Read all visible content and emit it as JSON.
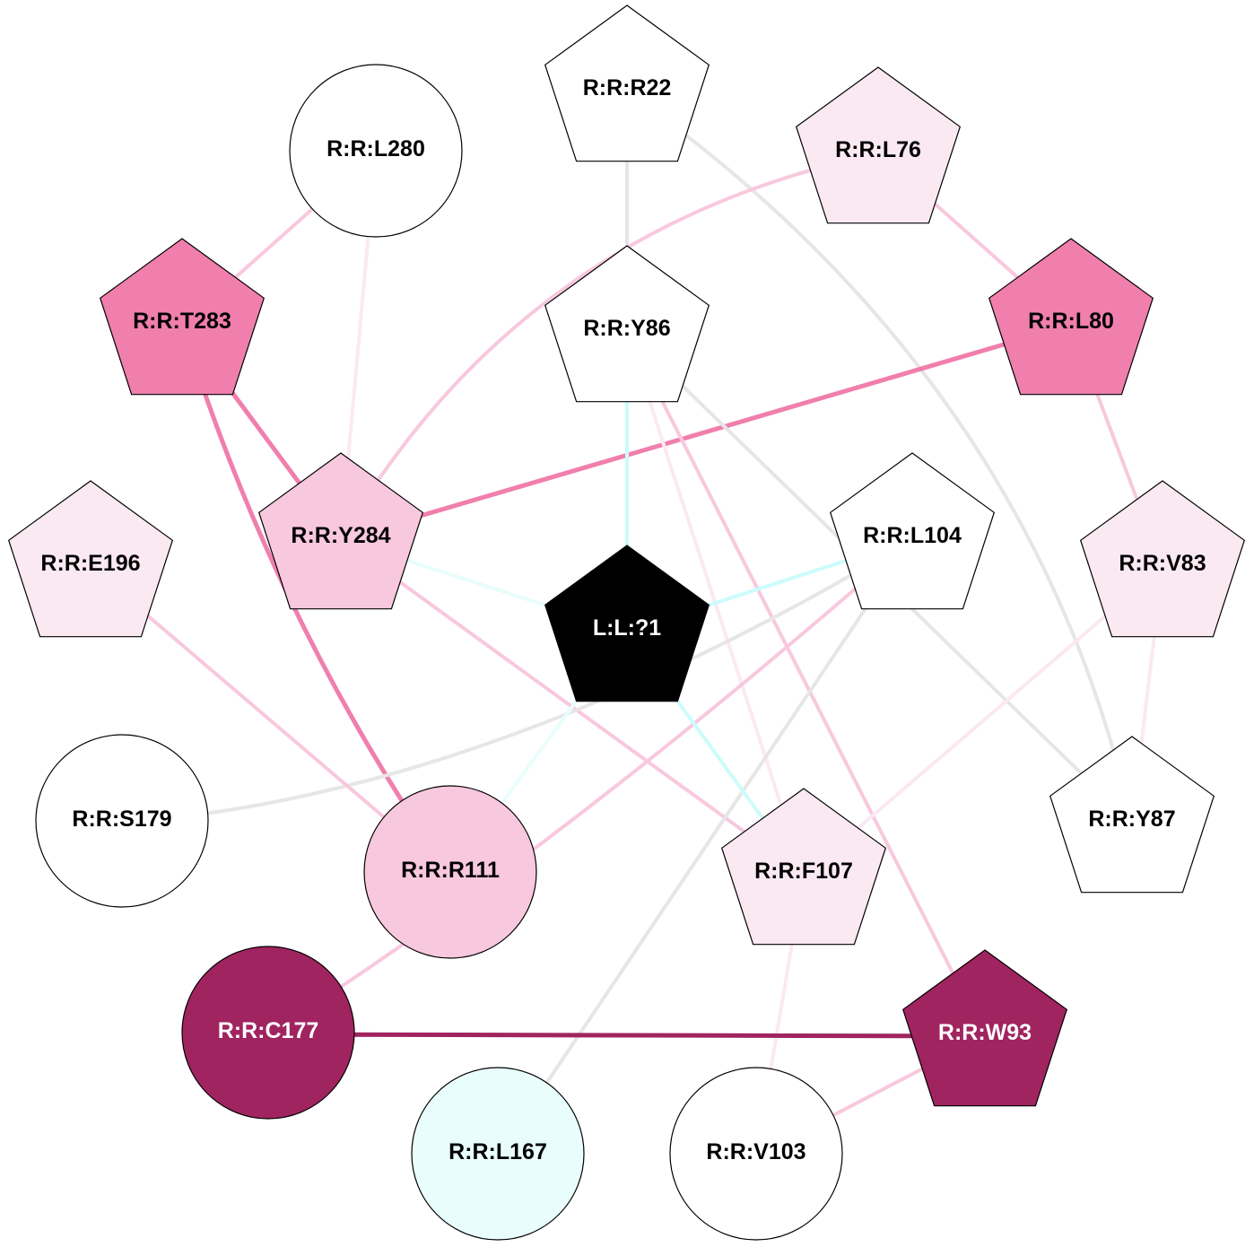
{
  "nodes": [
    {
      "id": "R:R:R22",
      "shape": "pentagon",
      "fill": "#ffffff",
      "text": "#000000"
    },
    {
      "id": "R:R:L280",
      "shape": "circle",
      "fill": "#ffffff",
      "text": "#000000"
    },
    {
      "id": "R:R:L76",
      "shape": "pentagon",
      "fill": "#fbe9f2",
      "text": "#000000"
    },
    {
      "id": "R:R:T283",
      "shape": "pentagon",
      "fill": "#f07fad",
      "text": "#000000"
    },
    {
      "id": "R:R:Y86",
      "shape": "pentagon",
      "fill": "#ffffff",
      "text": "#000000"
    },
    {
      "id": "R:R:L80",
      "shape": "pentagon",
      "fill": "#f07fad",
      "text": "#000000"
    },
    {
      "id": "R:R:E196",
      "shape": "pentagon",
      "fill": "#fbe9f2",
      "text": "#000000"
    },
    {
      "id": "R:R:Y284",
      "shape": "pentagon",
      "fill": "#f8c8de",
      "text": "#000000"
    },
    {
      "id": "L:L:?1",
      "shape": "pentagon",
      "fill": "#000000",
      "text": "#ffffff"
    },
    {
      "id": "R:R:L104",
      "shape": "pentagon",
      "fill": "#ffffff",
      "text": "#000000"
    },
    {
      "id": "R:R:V83",
      "shape": "pentagon",
      "fill": "#fbe9f2",
      "text": "#000000"
    },
    {
      "id": "R:R:S179",
      "shape": "circle",
      "fill": "#ffffff",
      "text": "#000000"
    },
    {
      "id": "R:R:R111",
      "shape": "circle",
      "fill": "#f8c8de",
      "text": "#000000"
    },
    {
      "id": "R:R:F107",
      "shape": "pentagon",
      "fill": "#fbe9f2",
      "text": "#000000"
    },
    {
      "id": "R:R:Y87",
      "shape": "pentagon",
      "fill": "#ffffff",
      "text": "#000000"
    },
    {
      "id": "R:R:C177",
      "shape": "circle",
      "fill": "#a0245f",
      "text": "#ffffff"
    },
    {
      "id": "R:R:W93",
      "shape": "pentagon",
      "fill": "#a0245f",
      "text": "#ffffff"
    },
    {
      "id": "R:R:L167",
      "shape": "circle",
      "fill": "#e8fdfc",
      "text": "#000000"
    },
    {
      "id": "R:R:V103",
      "shape": "circle",
      "fill": "#ffffff",
      "text": "#000000"
    }
  ],
  "edges": [
    {
      "source": "R:R:R22",
      "target": "R:R:Y86",
      "color": "#e6e6e6"
    },
    {
      "source": "R:R:R22",
      "target": "R:R:Y87",
      "color": "#e6e6e6"
    },
    {
      "source": "R:R:L280",
      "target": "R:R:T283",
      "color": "#f8c8de"
    },
    {
      "source": "R:R:L280",
      "target": "R:R:Y284",
      "color": "#fbe9f2"
    },
    {
      "source": "R:R:L76",
      "target": "R:R:Y284",
      "color": "#f8c8de"
    },
    {
      "source": "R:R:L76",
      "target": "R:R:L80",
      "color": "#f8c8de"
    },
    {
      "source": "R:R:T283",
      "target": "R:R:Y284",
      "color": "#f07fad"
    },
    {
      "source": "R:R:T283",
      "target": "R:R:R111",
      "color": "#f07fad"
    },
    {
      "source": "R:R:L80",
      "target": "R:R:Y284",
      "color": "#f07fad"
    },
    {
      "source": "R:R:L80",
      "target": "R:R:V83",
      "color": "#f8c8de"
    },
    {
      "source": "R:R:Y86",
      "target": "L:L:?1",
      "color": "#ccfcfc"
    },
    {
      "source": "R:R:Y86",
      "target": "R:R:W93",
      "color": "#f8c8de"
    },
    {
      "source": "R:R:Y86",
      "target": "R:R:F107",
      "color": "#fbe9f2"
    },
    {
      "source": "R:R:Y86",
      "target": "R:R:Y87",
      "color": "#e6e6e6"
    },
    {
      "source": "R:R:Y284",
      "target": "L:L:?1",
      "color": "#e8fdfc"
    },
    {
      "source": "R:R:Y284",
      "target": "R:R:F107",
      "color": "#f8c8de"
    },
    {
      "source": "R:R:L104",
      "target": "L:L:?1",
      "color": "#ccfcfc"
    },
    {
      "source": "R:R:L104",
      "target": "R:R:S179",
      "color": "#e6e6e6"
    },
    {
      "source": "R:R:L104",
      "target": "R:R:C177",
      "color": "#f8c8de"
    },
    {
      "source": "R:R:L104",
      "target": "R:R:L167",
      "color": "#e6e6e6"
    },
    {
      "source": "R:R:V83",
      "target": "R:R:F107",
      "color": "#fbe9f2"
    },
    {
      "source": "R:R:V83",
      "target": "R:R:Y87",
      "color": "#fbe9f2"
    },
    {
      "source": "R:R:E196",
      "target": "R:R:R111",
      "color": "#f8c8de"
    },
    {
      "source": "L:L:?1",
      "target": "R:R:R111",
      "color": "#e8fdfc"
    },
    {
      "source": "L:L:?1",
      "target": "R:R:F107",
      "color": "#ccfcfc"
    },
    {
      "source": "R:R:F107",
      "target": "R:R:V103",
      "color": "#fbe9f2"
    },
    {
      "source": "R:R:C177",
      "target": "R:R:W93",
      "color": "#a0245f"
    },
    {
      "source": "R:R:W93",
      "target": "R:R:V103",
      "color": "#f8c8de"
    }
  ]
}
